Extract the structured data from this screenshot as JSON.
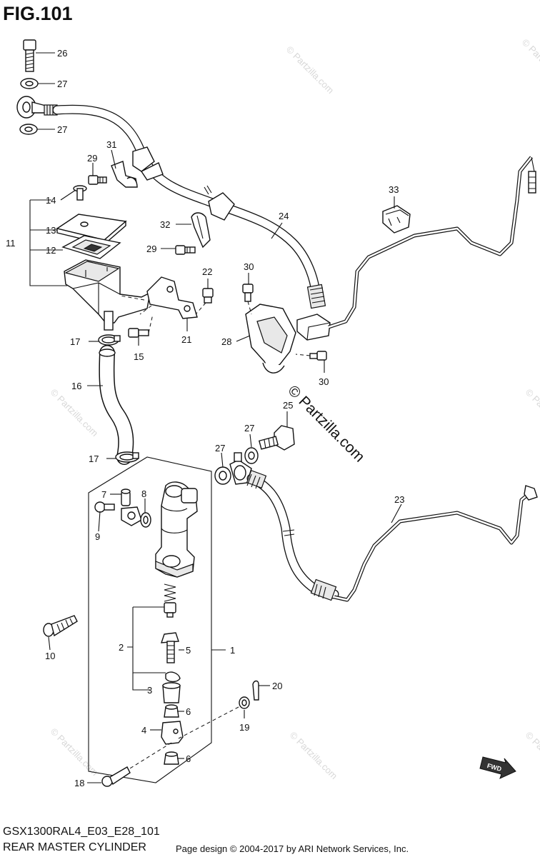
{
  "figure": {
    "title": "FIG.101",
    "model_code": "GSX1300RAL4_E03_E28_101",
    "caption": "REAR MASTER CYLINDER",
    "copyright": "Page design © 2004-2017 by ARI Network Services, Inc."
  },
  "watermark": {
    "small": "© Partzilla.com",
    "large": "© Partzilla.com"
  },
  "callouts": {
    "c26": "26",
    "c27a": "27",
    "c27b": "27",
    "c31": "31",
    "c29a": "29",
    "c14": "14",
    "c13": "13",
    "c12": "12",
    "c11": "11",
    "c32": "32",
    "c29b": "29",
    "c22": "22",
    "c21": "21",
    "c15": "15",
    "c17a": "17",
    "c24": "24",
    "c33": "33",
    "c30a": "30",
    "c28": "28",
    "c30b": "30",
    "c16": "16",
    "c17b": "17",
    "c25": "25",
    "c27c": "27",
    "c27d": "27",
    "c7": "7",
    "c8": "8",
    "c9": "9",
    "c10": "10",
    "c2": "2",
    "c5": "5",
    "c1": "1",
    "c3": "3",
    "c6a": "6",
    "c4": "4",
    "c6b": "6",
    "c18": "18",
    "c23": "23",
    "c20": "20",
    "c19": "19"
  },
  "fwd_label": "FWD"
}
